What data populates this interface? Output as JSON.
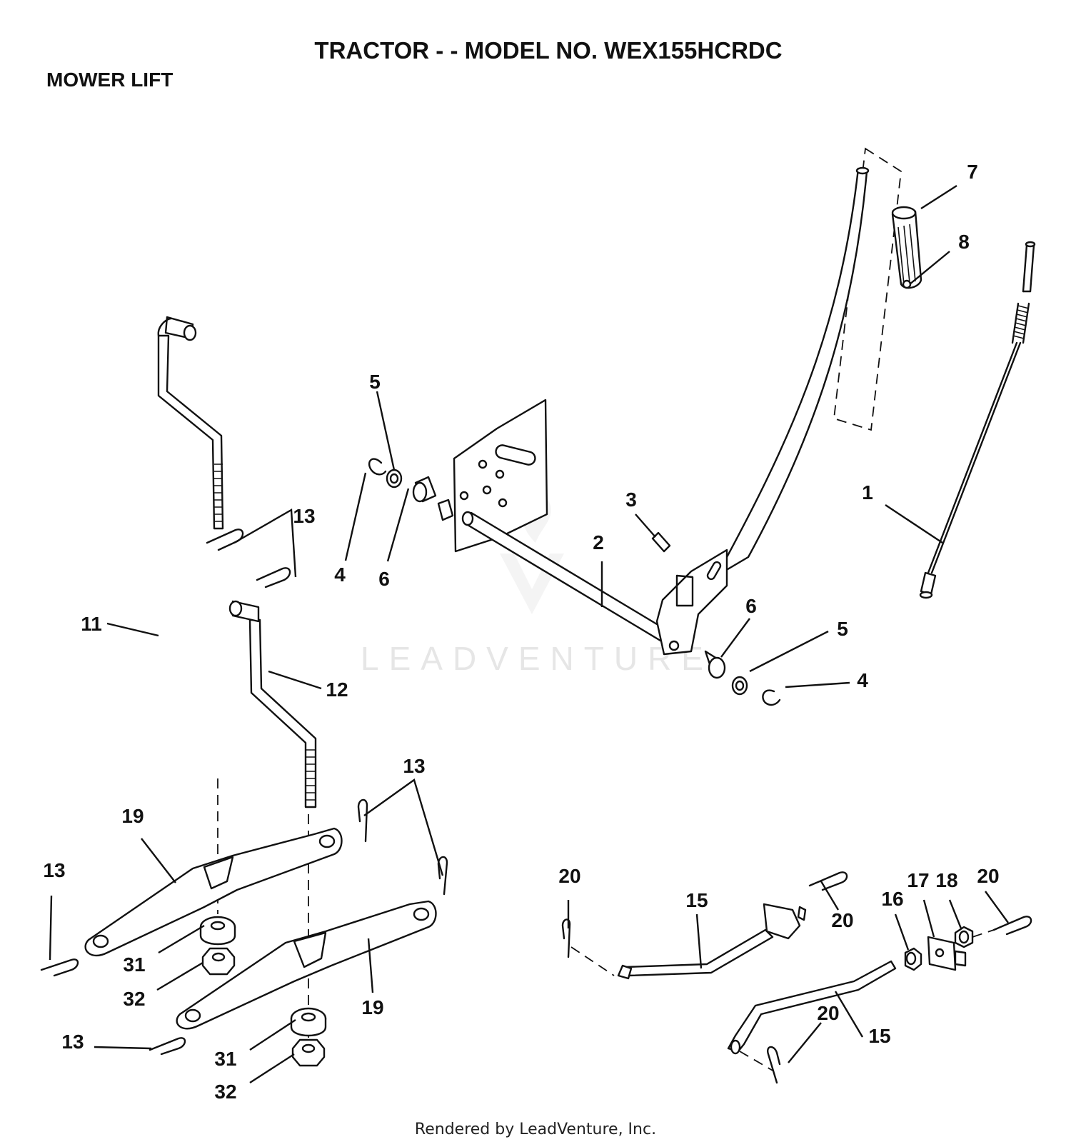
{
  "title": "TRACTOR - - MODEL NO. WEX155HCRDC",
  "section": "MOWER LIFT",
  "watermark": "LEADVENTURE",
  "footer": "Rendered by LeadVenture, Inc.",
  "callouts": [
    {
      "id": "c1",
      "label": "1"
    },
    {
      "id": "c2",
      "label": "2"
    },
    {
      "id": "c3",
      "label": "3"
    },
    {
      "id": "c4a",
      "label": "4"
    },
    {
      "id": "c4b",
      "label": "4"
    },
    {
      "id": "c5a",
      "label": "5"
    },
    {
      "id": "c5b",
      "label": "5"
    },
    {
      "id": "c6a",
      "label": "6"
    },
    {
      "id": "c6b",
      "label": "6"
    },
    {
      "id": "c7",
      "label": "7"
    },
    {
      "id": "c8",
      "label": "8"
    },
    {
      "id": "c11",
      "label": "11"
    },
    {
      "id": "c12",
      "label": "12"
    },
    {
      "id": "c13a",
      "label": "13"
    },
    {
      "id": "c13b",
      "label": "13"
    },
    {
      "id": "c13c",
      "label": "13"
    },
    {
      "id": "c13d",
      "label": "13"
    },
    {
      "id": "c15a",
      "label": "15"
    },
    {
      "id": "c15b",
      "label": "15"
    },
    {
      "id": "c16",
      "label": "16"
    },
    {
      "id": "c17",
      "label": "17"
    },
    {
      "id": "c18",
      "label": "18"
    },
    {
      "id": "c19a",
      "label": "19"
    },
    {
      "id": "c19b",
      "label": "19"
    },
    {
      "id": "c20a",
      "label": "20"
    },
    {
      "id": "c20b",
      "label": "20"
    },
    {
      "id": "c20c",
      "label": "20"
    },
    {
      "id": "c20d",
      "label": "20"
    },
    {
      "id": "c31a",
      "label": "31"
    },
    {
      "id": "c31b",
      "label": "31"
    },
    {
      "id": "c32a",
      "label": "32"
    },
    {
      "id": "c32b",
      "label": "32"
    }
  ]
}
